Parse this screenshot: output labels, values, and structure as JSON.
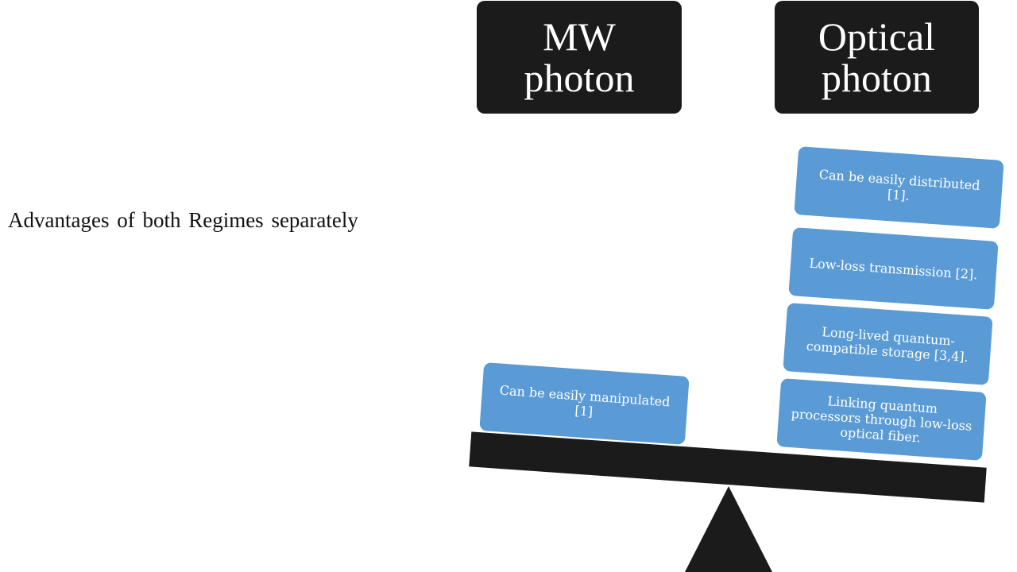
{
  "slide": {
    "subtitle": "Advantages of both Regimes separately"
  },
  "headers": {
    "mw": "MW\nphoton",
    "optical": "Optical\nphoton"
  },
  "left_side": {
    "items": [
      "Can be easily manipulated [1]"
    ]
  },
  "right_side": {
    "items": [
      "Can be easily distributed [1].",
      "Low-loss transmission [2].",
      "Long-lived quantum-compatible storage [3,4].",
      "Linking quantum processors through low-loss optical fiber."
    ]
  },
  "colors": {
    "card": "#5b9bd5",
    "dark": "#1b1b1b",
    "text_light": "#ffffff"
  }
}
